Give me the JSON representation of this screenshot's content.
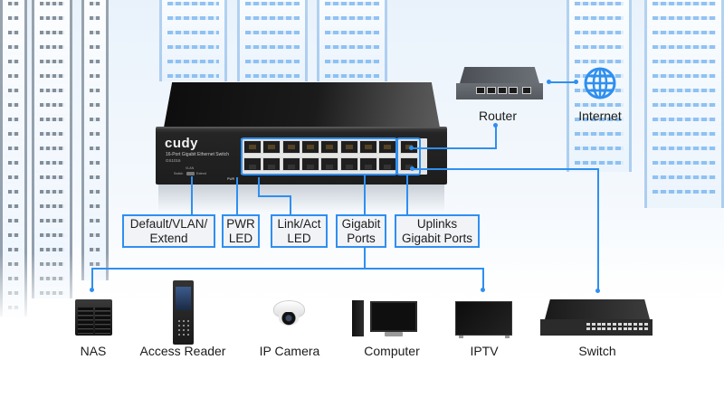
{
  "main_switch": {
    "brand": "cudy",
    "model_description": "16-Port Gigabit Ethernet Switch",
    "model_code": "GS1016",
    "dip_switch_label": "VLAN",
    "dip_left": "Switch",
    "dip_right": "Extend",
    "pwr_led_label": "PWR"
  },
  "callouts": [
    {
      "line1": "Default/VLAN/",
      "line2": "Extend"
    },
    {
      "line1": "PWR",
      "line2": "LED"
    },
    {
      "line1": "Link/Act",
      "line2": "LED"
    },
    {
      "line1": "Gigabit",
      "line2": "Ports"
    },
    {
      "line1": "Uplinks",
      "line2": "Gigabit Ports"
    }
  ],
  "uplink_devices": {
    "router": {
      "label": "Router",
      "icon": "router-icon"
    },
    "internet": {
      "label": "Internet",
      "icon": "globe-icon"
    }
  },
  "end_devices": [
    {
      "label": "NAS",
      "icon": "nas-icon"
    },
    {
      "label": "Access Reader",
      "icon": "access-reader-icon"
    },
    {
      "label": "IP Camera",
      "icon": "ip-camera-icon"
    },
    {
      "label": "Computer",
      "icon": "computer-icon"
    },
    {
      "label": "IPTV",
      "icon": "tv-icon"
    },
    {
      "label": "Switch",
      "icon": "switch-icon"
    }
  ],
  "colors": {
    "accent_line": "#2f8ff0",
    "callout_bg": "#f0f2f5",
    "device_dark": "#1d1d1e"
  }
}
